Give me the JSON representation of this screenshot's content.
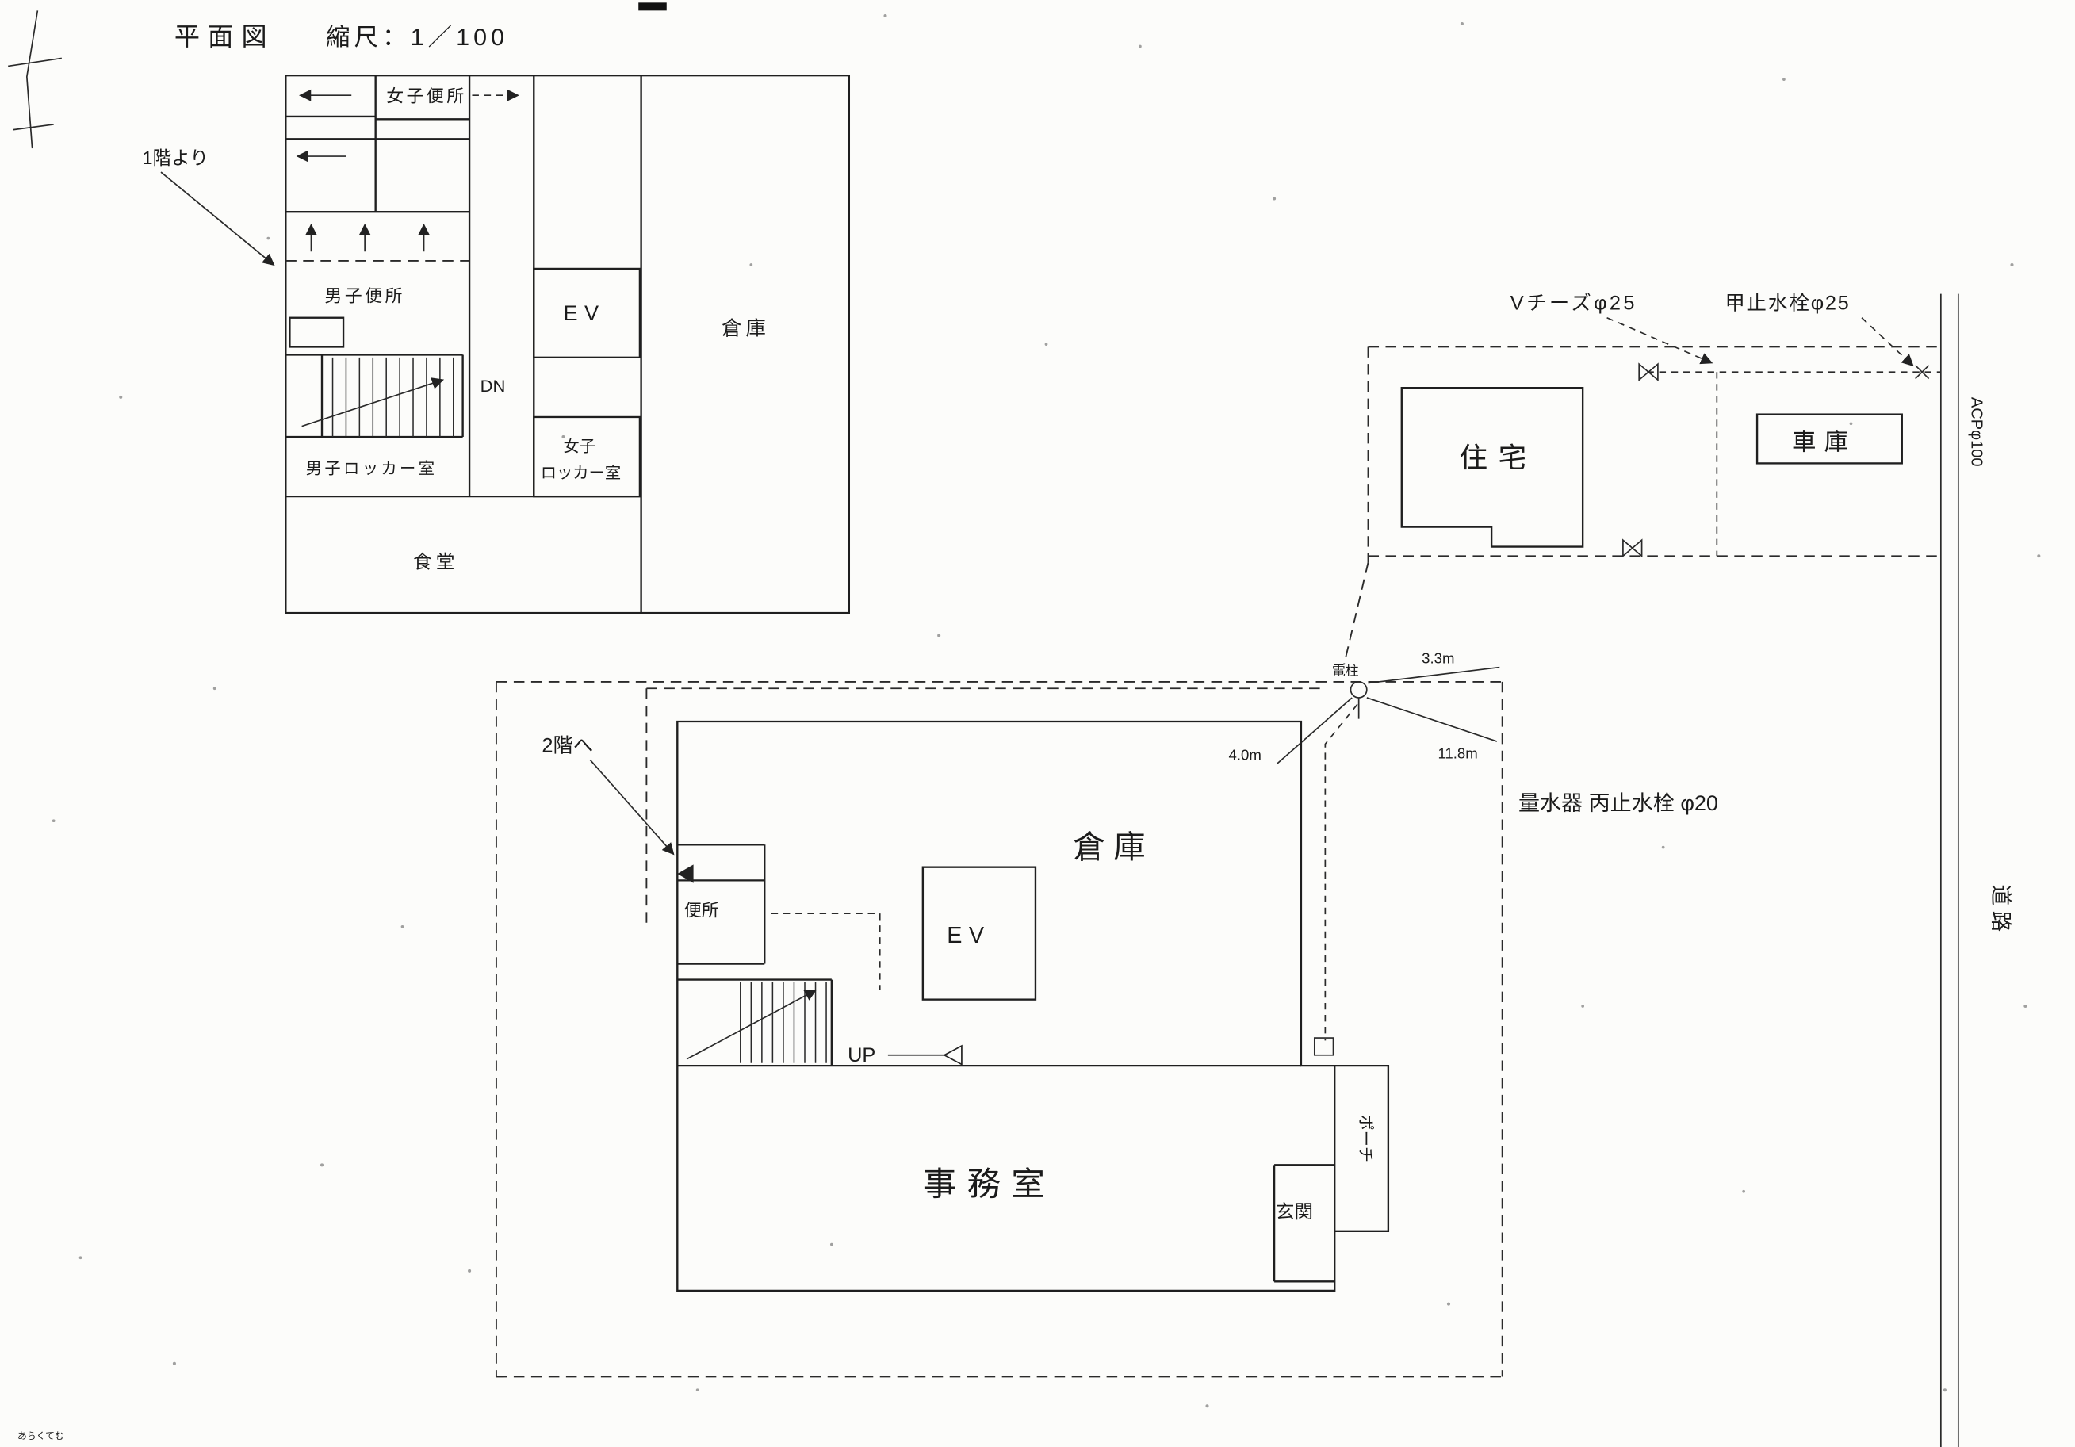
{
  "title": {
    "main": "平面図",
    "scale": "縮尺：1／100"
  },
  "second_floor": {
    "from_first_floor": "1階より",
    "womens_toilet": "女子便所",
    "mens_toilet": "男子便所",
    "elevator": "EV",
    "storage": "倉庫",
    "down": "DN",
    "mens_locker": "男子ロッカー室",
    "womens_locker_line1": "女子",
    "womens_locker_line2": "ロッカー室",
    "dining": "食堂"
  },
  "site": {
    "v_tees": "Vチーズφ25",
    "stop_valve": "甲止水栓φ25",
    "house": "住宅",
    "garage": "車庫",
    "acp": "ACPφ100",
    "utility_pole": "電柱",
    "dim_3_3": "3.3m",
    "dim_11_8": "11.8m",
    "dim_4_0": "4.0m",
    "meter_note": "量水器 丙止水栓 φ20",
    "road": "道路"
  },
  "first_floor": {
    "to_second_floor": "2階へ",
    "toilet": "便所",
    "elevator": "EV",
    "storage": "倉庫",
    "up": "UP",
    "office": "事務室",
    "entrance": "玄関",
    "porch": "ポーチ"
  },
  "watermark": "あらくてむ"
}
